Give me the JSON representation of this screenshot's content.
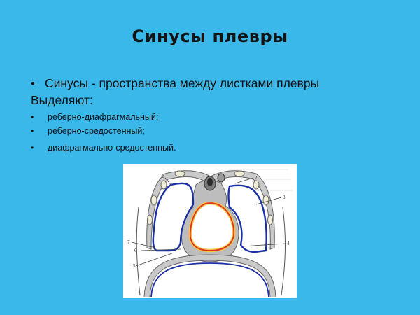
{
  "slide": {
    "title": "Синусы плевры",
    "definition": "Синусы - пространства между листками плевры",
    "lead": "Выделяют:",
    "items": [
      "реберно-диафрагмальный;",
      "реберно-средостенный;",
      "диафрагмально-средостенный."
    ],
    "bullet_glyph": "•"
  },
  "figure": {
    "labels": [
      "1",
      "2",
      "3",
      "4",
      "5",
      "6",
      "7"
    ]
  },
  "colors": {
    "background": "#3bb8ea",
    "pleura_outline": "#1b2fa6",
    "pericardium_red": "#e2302a",
    "pericardium_yellow": "#f0c83a",
    "tissue_gray": "#b9b9b9"
  }
}
